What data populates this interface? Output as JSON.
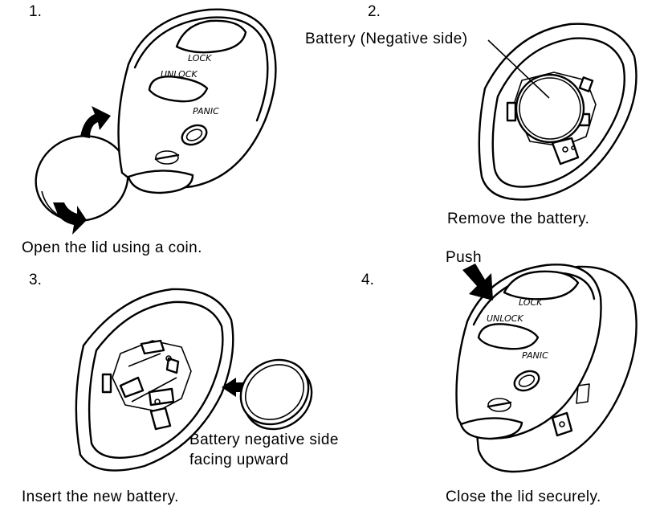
{
  "steps": [
    {
      "number": "1.",
      "caption": "Open the lid using a coin."
    },
    {
      "number": "2.",
      "caption": "Remove the battery.",
      "callout": "Battery (Negative side)"
    },
    {
      "number": "3.",
      "caption": "Insert the new battery.",
      "callout_line1": "Battery negative side",
      "callout_line2": "facing upward"
    },
    {
      "number": "4.",
      "caption": "Close the lid securely.",
      "callout": "Push"
    }
  ],
  "fob_buttons": {
    "lock": "LOCK",
    "unlock": "UNLOCK",
    "panic": "PANIC"
  }
}
